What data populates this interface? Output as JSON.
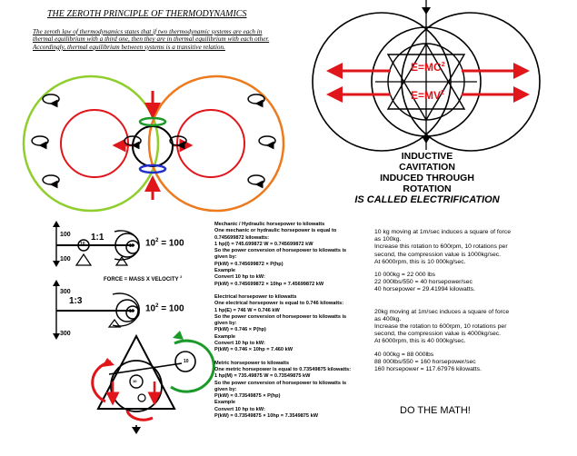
{
  "title": "THE ZEROTH PRINCIPLE OF THERMODYNAMICS",
  "intro_text": "The zeroth law of thermodynamics states that if two thermodynamic systems are each in thermal equilibrium with a third one, then they are in thermal equilibrium with each other. Accordingly, thermal equilibrium between systems is a transitive relation.",
  "equations": {
    "top": "E=MC",
    "top_exp": "2",
    "bottom": "E=MV",
    "bottom_exp": "2"
  },
  "cavitation": {
    "lines": [
      "INDUCTIVE",
      "CAVITATION",
      "INDUCED THROUGH",
      "ROTATION"
    ],
    "final": "IS CALLED ELECTRIFICATION"
  },
  "diagram1": {
    "ratio": "1:1",
    "axis_top": "100",
    "axis_bottom": "100",
    "wheel_small": "10",
    "wheel_big": "10",
    "power_base": "10",
    "power_exp": "2",
    "power_result": "= 100",
    "force_text": "FORCE = MASS X VELOCITY",
    "force_exp": "2"
  },
  "diagram2": {
    "ratio": "1:3",
    "axis_top": "300",
    "axis_bottom": "300",
    "wheel_small": "10",
    "power_base": "10",
    "power_exp": "2",
    "power_result": "= 100"
  },
  "diagram3": {
    "wheel_a": "10",
    "wheel_b": "10"
  },
  "conversions": [
    {
      "heading": "Mechanic / Hydraulic horsepower to kilowatts",
      "lines": [
        "One mechanic or hydraulic horsepower is equal to",
        "0.745699872 kilowatts:",
        "1 hp(I) = 745.699872 W = 0.745699872 kW",
        "So the power conversion of horsepower to kilowatts is",
        "given by:",
        "P(kW) = 0.745699872 × P(hp)",
        "Example",
        "Convert 10 hp to kW:",
        "P(kW) = 0.745699872 × 10hp = 7.45699872 kW"
      ]
    },
    {
      "heading": "Electrical horsepower to kilowatts",
      "lines": [
        "One electrical horsepower is equal to 0.746 kilowatts:",
        "1 hp(E) = 746 W = 0.746 kW",
        "So the power conversion of horsepower to kilowatts is",
        "given by:",
        "P(kW) = 0.746 × P(hp)",
        "Example",
        "Convert 10 hp to kW:",
        "P(kW) = 0.746 × 10hp = 7.460 kW"
      ]
    },
    {
      "heading": "Metric horsepower to kilowatts",
      "lines": [
        "One metric horsepower is equal to 0.73549875 kilowatts:",
        "1 hp(M) = 735.49875 W = 0.73549875 kW",
        "So the power conversion of horsepower to kilowatts is",
        "given by:",
        "P(kW) = 0.73549875 × P(hp)",
        "Example",
        "Convert 10 hp to kW:",
        "P(kW) = 0.73549875 × 10hp = 7.3549875 kW"
      ]
    }
  ],
  "calc_blocks": [
    [
      "10 kg moving at 1m/sec induces a square of force",
      "as 100kg.",
      "Increase this rotation to 600rpm, 10 rotations per",
      "second, the compression value is 1000kg/sec.",
      "At 6000rpm, this is 10 000kg/sec."
    ],
    [
      "10 000kg = 22 000 lbs",
      "22 000lbs/550 = 40 horsepower/sec",
      "40 horsepower = 29.41994 kilowatts."
    ],
    [
      "20kg moving at 1m/sec induces a square of force",
      "as 400kg.",
      "Increase the rotation to 600rpm, 10 rotations per",
      "second, the compression value is 4000kg/sec.",
      "At 6000rpm, this is 40 000kg/sec."
    ],
    [
      "40 000kg = 88 000lbs",
      "88 000lbs/550 = 160 horsepower/sec",
      "160 horsepower = 117.67976 kilowatts."
    ]
  ],
  "footer": "DO THE MATH!",
  "colors": {
    "red": "#e0161b",
    "green": "#8fce2c",
    "orange": "#ee7a1e",
    "dark_green": "#1b9a2a",
    "blue": "#2230c8",
    "black": "#000000"
  }
}
